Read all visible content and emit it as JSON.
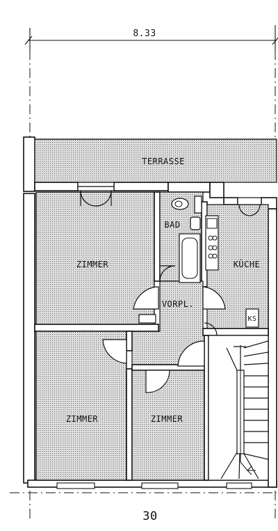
{
  "plan": {
    "dimension_top": "8.33",
    "rooms": {
      "terrace": "TERRASSE",
      "bath": "BAD",
      "kitchen": "KÜCHE",
      "hall": "VORPL.",
      "room_left_top": "ZIMMER",
      "room_left_bottom": "ZIMMER",
      "room_right_bottom": "ZIMMER"
    },
    "fixture_label": "KS",
    "page_number": "30"
  }
}
